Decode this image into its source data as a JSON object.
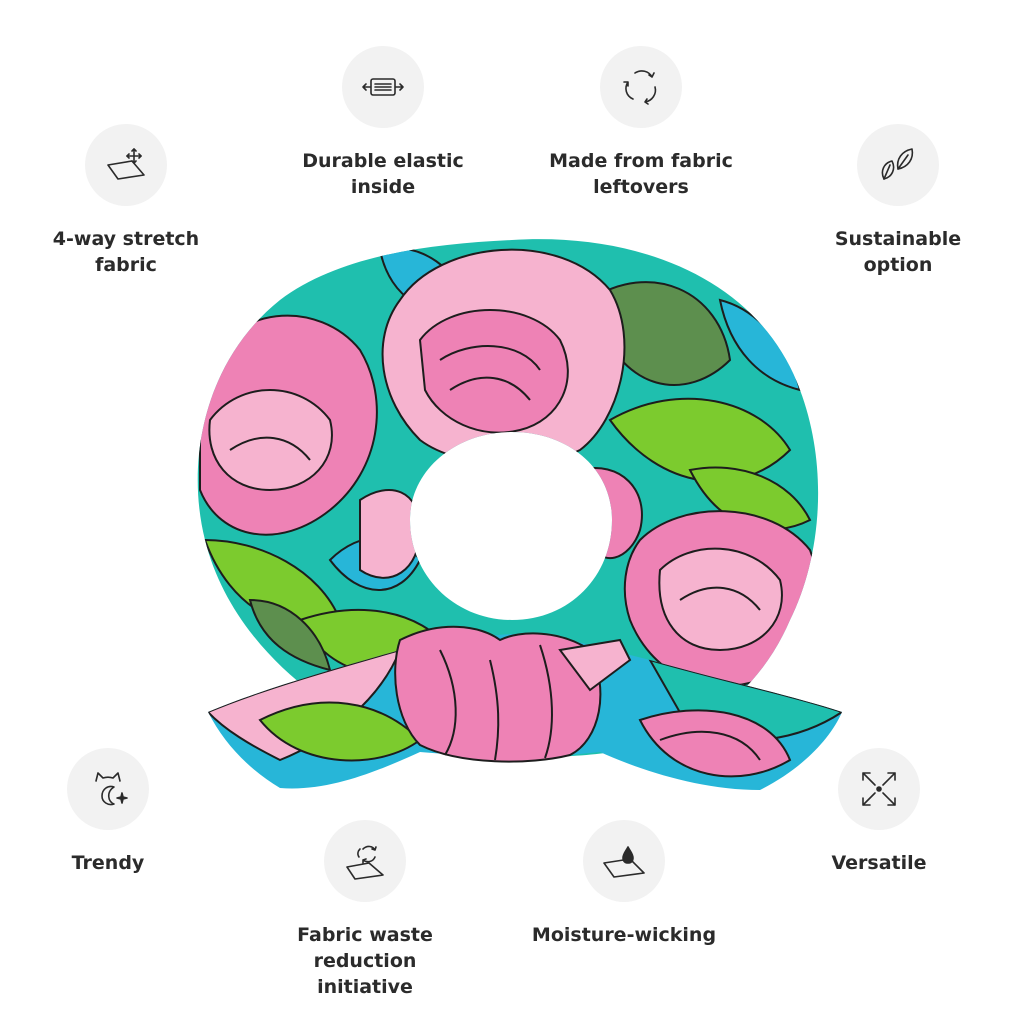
{
  "features": {
    "stretch": {
      "label": "4-way stretch\nfabric",
      "icon": "stretch-fabric-icon"
    },
    "elastic": {
      "label": "Durable elastic\ninside",
      "icon": "elastic-band-icon"
    },
    "leftovers": {
      "label": "Made from fabric\nleftovers",
      "icon": "recycle-arrows-icon"
    },
    "sustainable": {
      "label": "Sustainable\noption",
      "icon": "leaves-icon"
    },
    "trendy": {
      "label": "Trendy",
      "icon": "cat-moon-sparkle-icon"
    },
    "waste": {
      "label": "Fabric waste reduction\ninitiative",
      "icon": "recycled-fabric-icon"
    },
    "moisture": {
      "label": "Moisture-wicking",
      "icon": "water-drop-fabric-icon"
    },
    "versatile": {
      "label": "Versatile",
      "icon": "expand-arrows-icon"
    }
  },
  "colors": {
    "text": "#2b2b2b",
    "icon_bg": "#f2f2f2",
    "pink": "#ee82b5",
    "light_pink": "#f6b3cf",
    "teal": "#1fbfae",
    "cyan": "#27b6d8",
    "leaf_green": "#7ccb2e",
    "dark_green": "#5d8f4e"
  }
}
